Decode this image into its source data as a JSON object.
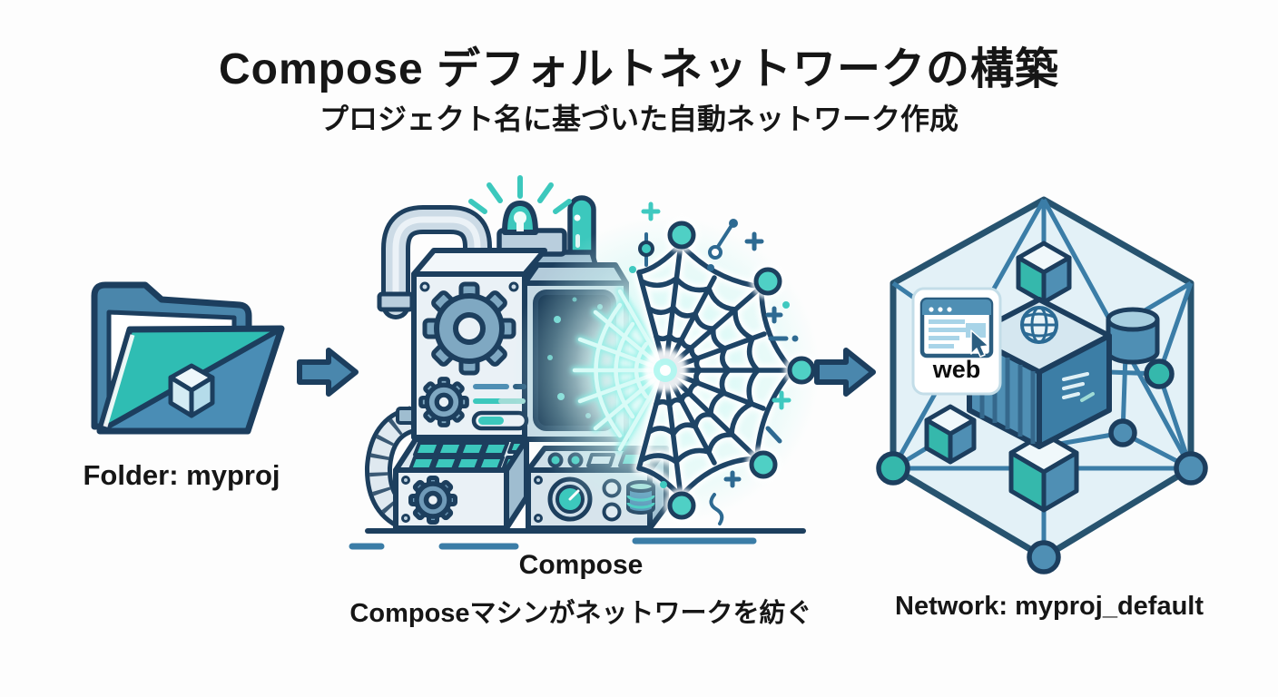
{
  "header": {
    "title": "Compose デフォルトネットワークの構築",
    "subtitle": "プロジェクト名に基づいた自動ネットワーク作成"
  },
  "folder": {
    "caption": "Folder: myproj"
  },
  "machine": {
    "title": "Compose",
    "caption": "Composeマシンがネットワークを紡ぐ"
  },
  "network": {
    "caption": "Network: myproj_default",
    "web_service_label": "web"
  },
  "colors": {
    "background": "#fdfdfd",
    "text": "#161616",
    "outline_navy": "#1d3f5e",
    "steel_blue": "#4a87ad",
    "teal": "#35bdb2",
    "panel_light": "#eaf1f6",
    "screen_dark": "#0f2f4d",
    "hexagon_fill": "#e3f1f7",
    "glow_teal": "#8df0e6"
  }
}
